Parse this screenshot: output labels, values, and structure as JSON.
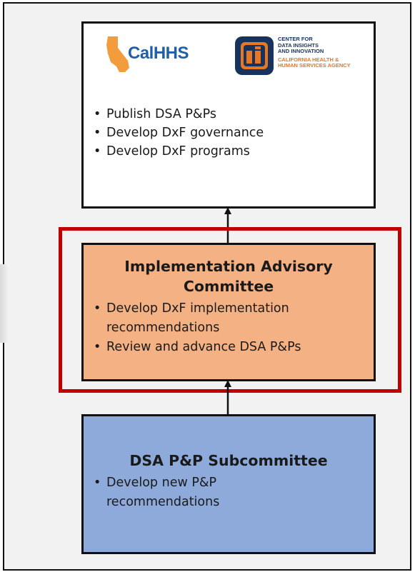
{
  "top_box": {
    "logo_calhhs_text": "CalHHS",
    "logo_cdii_line1": "CENTER FOR",
    "logo_cdii_line2": "DATA INSIGHTS",
    "logo_cdii_line3": "AND INNOVATION",
    "logo_cdii_line4": "CALIFORNIA HEALTH &",
    "logo_cdii_line5": "HUMAN SERVICES AGENCY",
    "bullets": [
      "Publish DSA P&Ps",
      "Develop DxF governance",
      "Develop DxF programs"
    ]
  },
  "middle_box": {
    "title_line1": "Implementation Advisory",
    "title_line2": "Committee",
    "bullets": [
      "Develop DxF implementation recommendations",
      "Review and advance DSA P&Ps"
    ]
  },
  "bottom_box": {
    "title": "DSA P&P Subcommittee",
    "bullets": [
      "Develop new P&P recommendations"
    ]
  },
  "colors": {
    "top_fill": "#ffffff",
    "middle_fill": "#f4b183",
    "bottom_fill": "#8eaadb",
    "highlight_border": "#c00000",
    "calhhs_blue": "#1f5fa8",
    "state_orange": "#f39c3d",
    "cdii_navy": "#16335e",
    "cdii_orange": "#e87722"
  }
}
